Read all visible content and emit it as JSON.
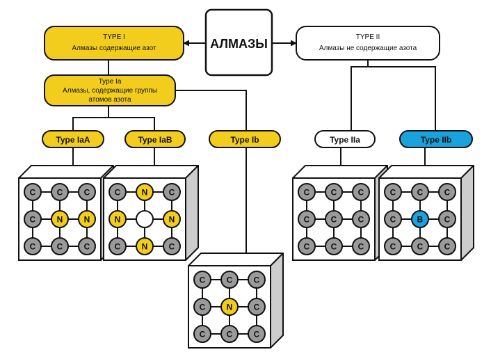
{
  "colors": {
    "yellow": "#f2cd1d",
    "blue": "#1aa2dc",
    "white": "#ffffff",
    "atom_gray": "#9a9a9a",
    "cube_side": "#cdcdcd",
    "outline": "#111111"
  },
  "root": {
    "label": "АЛМАЗЫ"
  },
  "type1": {
    "title": "TYPE I",
    "subtitle": "Алмазы содержащие азот"
  },
  "type2": {
    "title": "TYPE II",
    "subtitle": "Алмазы не содержащие азота"
  },
  "type1a": {
    "title": "Type Ia",
    "line1": "Алмазы, содержащие группы",
    "line2": "атомов азота"
  },
  "subtypes": {
    "iaa": "Type IaA",
    "iab": "Type IaB",
    "ib": "Type Ib",
    "iia": "Type IIa",
    "iib": "Type IIb"
  },
  "lattices": {
    "iaa": [
      [
        "C",
        "C",
        "C"
      ],
      [
        "C",
        "N",
        "N"
      ],
      [
        "C",
        "C",
        "C"
      ]
    ],
    "iab": [
      [
        "C",
        "N",
        "C"
      ],
      [
        "N",
        "",
        "N"
      ],
      [
        "C",
        "N",
        "C"
      ]
    ],
    "ib": [
      [
        "C",
        "C",
        "C"
      ],
      [
        "C",
        "N",
        "C"
      ],
      [
        "C",
        "C",
        "C"
      ]
    ],
    "iia": [
      [
        "C",
        "C",
        "C"
      ],
      [
        "C",
        "C",
        "C"
      ],
      [
        "C",
        "C",
        "C"
      ]
    ],
    "iib": [
      [
        "C",
        "C",
        "C"
      ],
      [
        "C",
        "B",
        "C"
      ],
      [
        "C",
        "C",
        "C"
      ]
    ]
  }
}
